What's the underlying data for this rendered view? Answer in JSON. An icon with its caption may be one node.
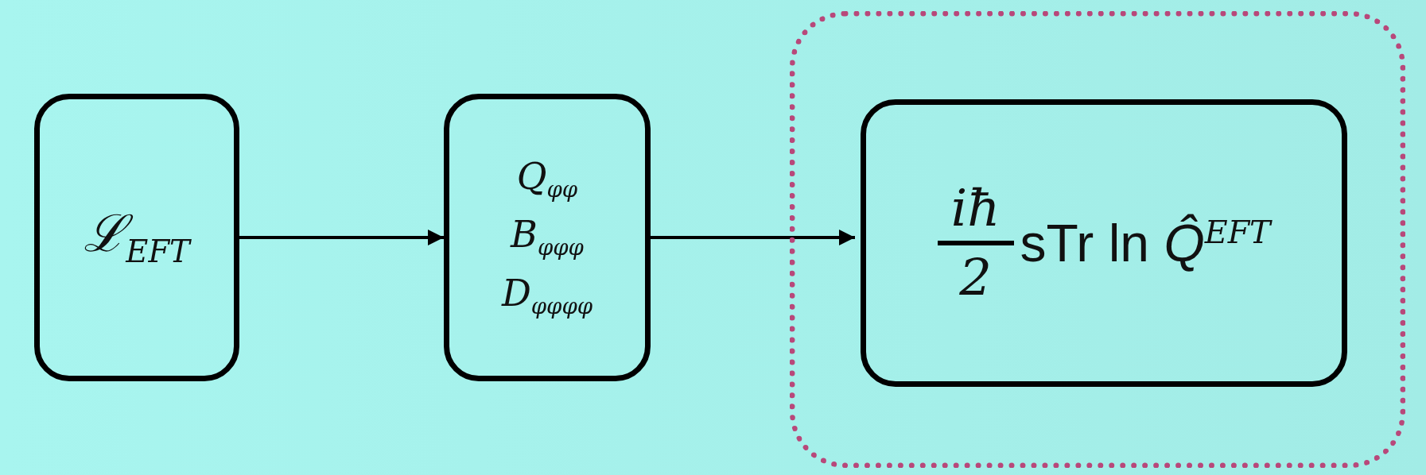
{
  "diagram": {
    "nodes": [
      {
        "text": [
          "ℒ$_{EFT}$"
        ]
      },
      {
        "text": [
          "Q$_{φφ}$",
          "B$_{φφφ}$",
          "D$_{φφφφ}$"
        ]
      },
      {
        "text": [],
        "shape": "box"
      },
      {
        "text": [
          "iħ",
          "2",
          "sTr ln *Q̂*$^{EFT}$"
        ],
        "in": 2
      }
    ],
    "edges": [
      {
        "from": 0,
        "to": 1,
        "arrow": "to"
      },
      {
        "from": 1,
        "to": 3,
        "arrow": "to"
      }
    ]
  }
}
